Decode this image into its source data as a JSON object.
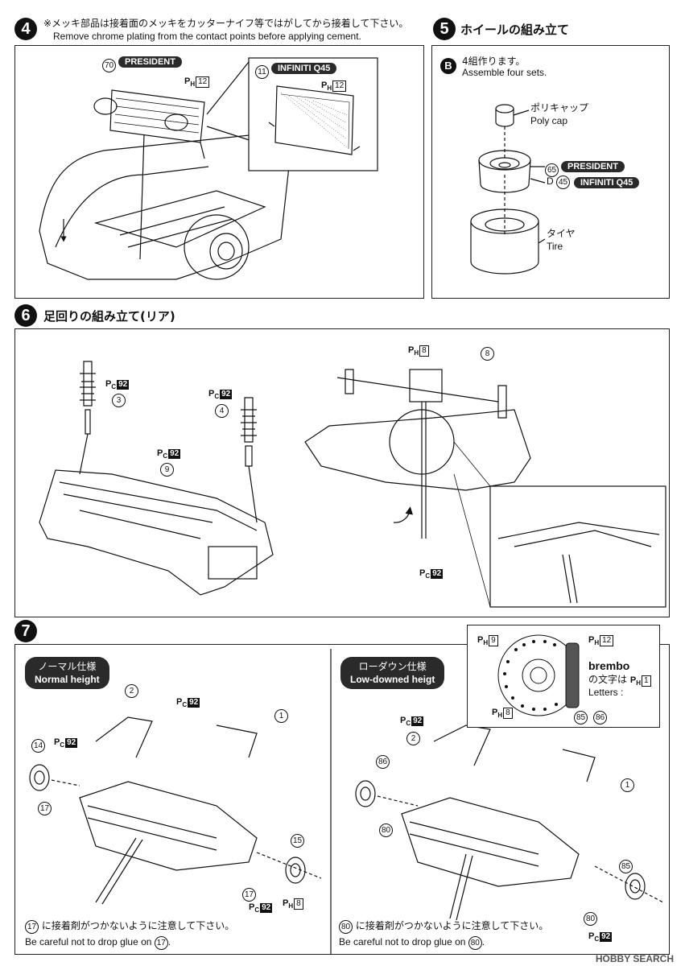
{
  "step4": {
    "number": "4",
    "note_jp": "※メッキ部品は接着面のメッキをカッターナイフ等ではがしてから接着して下さい。",
    "note_en": "Remove chrome plating from the contact points before applying cement.",
    "part70": "70",
    "part70_name": "PRESIDENT",
    "part11": "11",
    "part11_name": "INFINITI Q45",
    "paint_a": "12",
    "paint_b": "12"
  },
  "step5": {
    "number": "5",
    "title": "ホイールの組み立て",
    "sub_letter": "B",
    "sub_jp": "4組作ります。",
    "sub_en": "Assemble four sets.",
    "polycap_jp": "ポリキャップ",
    "polycap_en": "Poly cap",
    "part65": "65",
    "part65_name": "PRESIDENT",
    "part45_prefix": "D",
    "part45": "45",
    "part45_name": "INFINITI Q45",
    "tire_jp": "タイヤ",
    "tire_en": "Tire"
  },
  "step6": {
    "number": "6",
    "title": "足回りの組み立て(リア)",
    "part3": "3",
    "part4": "4",
    "part9": "9",
    "part8": "8",
    "paint92": "92",
    "paint8": "8"
  },
  "step7": {
    "number": "7",
    "normal_jp": "ノーマル仕様",
    "normal_en": "Normal height",
    "lowdown_jp": "ローダウン仕様",
    "lowdown_en": "Low-downed heigt",
    "part1": "1",
    "part2": "2",
    "part14": "14",
    "part15": "15",
    "part17": "17",
    "part80": "80",
    "part85": "85",
    "part86": "86",
    "paint92": "92",
    "paint8": "8",
    "paint9": "9",
    "paint12": "12",
    "paint1": "1",
    "brembo": "brembo",
    "brembo_jp": "の文字は",
    "brembo_en": "Letters :",
    "normal_note_jp": "に接着剤がつかないように注意して下さい。",
    "normal_note_en": "Be careful not to drop glue on",
    "normal_note_part": "17",
    "low_note_jp": "に接着剤がつかないように注意して下さい。",
    "low_note_en": "Be careful not to drop glue on",
    "low_note_part": "80"
  },
  "watermark": "HOBBY SEARCH"
}
